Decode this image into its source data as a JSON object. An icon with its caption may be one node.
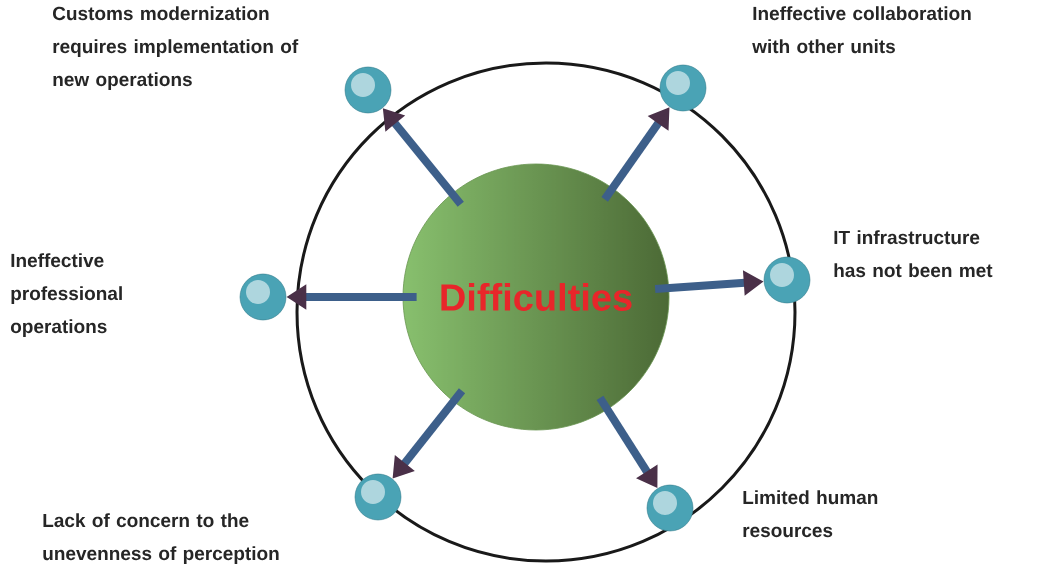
{
  "diagram": {
    "nodes": [
      {
        "text": [
          "Difficulties"
        ]
      },
      {
        "text": [],
        "shape": "circle",
        "beside": [
          "Customs modernization requires implementation of new operations"
        ]
      },
      {
        "text": [],
        "shape": "circle",
        "beside": [
          "Ineffective collaboration with other units"
        ]
      },
      {
        "text": [],
        "shape": "circle"
      },
      {
        "text": [],
        "shape": "circle",
        "beside": [
          "IT infrastructure has not been met"
        ]
      },
      {
        "text": [],
        "shape": "circle"
      },
      {
        "text": [],
        "shape": "circle",
        "beside": [
          "Limited human resources"
        ]
      }
    ],
    "edges": [
      {
        "from": 0,
        "to": 1,
        "arrow": "to"
      },
      {
        "from": 0,
        "to": 2,
        "arrow": "to"
      },
      {
        "from": 0,
        "to": 3,
        "arrow": "to"
      },
      {
        "from": 0,
        "to": 4,
        "arrow": "to"
      },
      {
        "from": 0,
        "to": 5,
        "arrow": "to"
      },
      {
        "from": 0,
        "to": 6,
        "arrow": "to"
      }
    ],
    "labels": [
      "Ineffective professional operations",
      "Lack of concern to the unevenness of perception"
    ]
  }
}
